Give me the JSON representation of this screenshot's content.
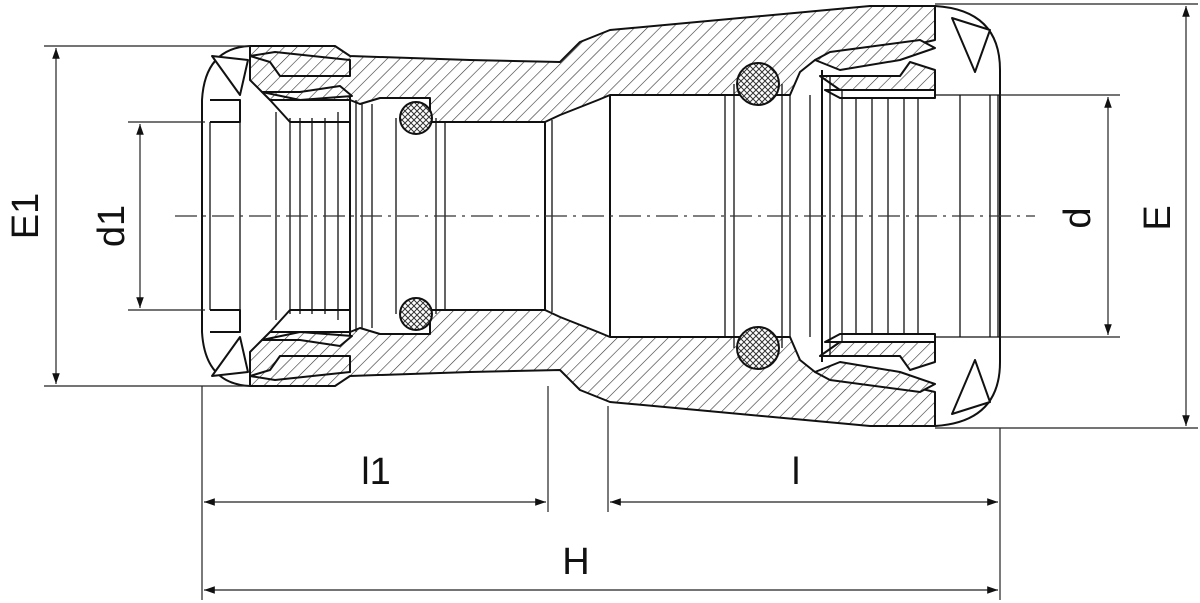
{
  "labels": {
    "E1": "E1",
    "d1": "d1",
    "d": "d",
    "E": "E",
    "l1": "l1",
    "l": "l",
    "H": "H"
  }
}
